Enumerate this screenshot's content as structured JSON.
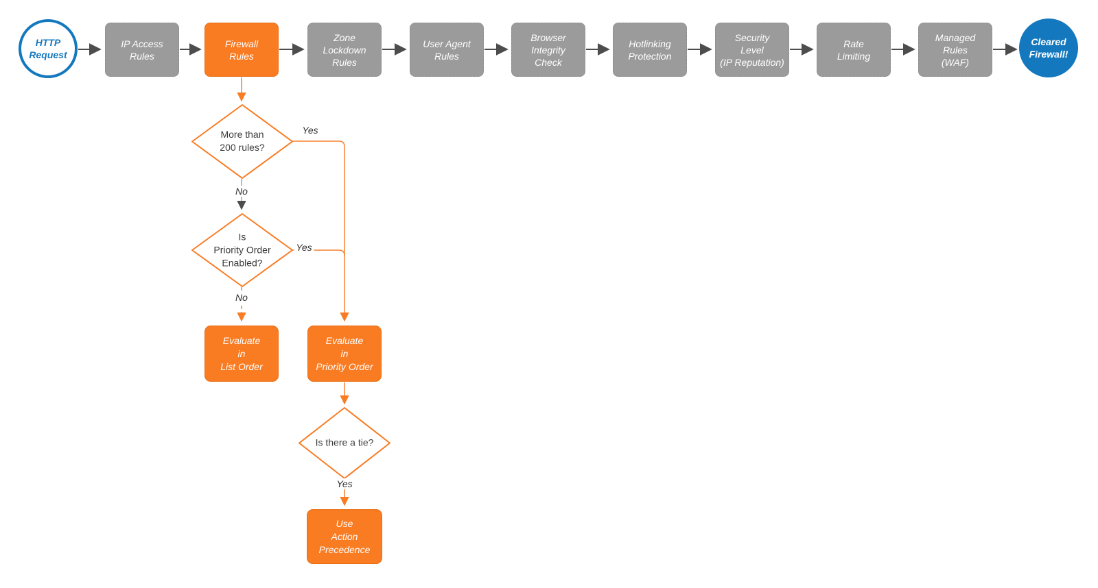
{
  "title": "HTTP request firewall evaluation flowchart",
  "colors": {
    "accent_orange": "#F97B22",
    "node_gray": "#9B9B9B",
    "brand_blue": "#1478BE",
    "connector_dark": "#4D4D4D"
  },
  "flow": {
    "start": {
      "label": "HTTP\nRequest"
    },
    "stages": [
      {
        "label": "IP Access\nRules"
      },
      {
        "label": "Firewall\nRules"
      },
      {
        "label": "Zone\nLockdown\nRules"
      },
      {
        "label": "User Agent\nRules"
      },
      {
        "label": "Browser\nIntegrity\nCheck"
      },
      {
        "label": "Hotlinking\nProtection"
      },
      {
        "label": "Security\nLevel\n(IP Reputation)"
      },
      {
        "label": "Rate\nLimiting"
      },
      {
        "label": "Managed\nRules\n(WAF)"
      }
    ],
    "end": {
      "label": "Cleared\nFirewall!"
    }
  },
  "branch": {
    "decision1": {
      "label": "More than\n200 rules?",
      "yes": "Yes",
      "no": "No"
    },
    "decision2": {
      "label": "Is\nPriority Order\nEnabled?",
      "yes": "Yes",
      "no": "No"
    },
    "decision3": {
      "label": "Is there a tie?",
      "yes": "Yes"
    },
    "process_list_order": {
      "label": "Evaluate\nin\nList Order"
    },
    "process_priority_order": {
      "label": "Evaluate\nin\nPriority Order"
    },
    "process_action_precedence": {
      "label": "Use\nAction\nPrecedence"
    }
  }
}
